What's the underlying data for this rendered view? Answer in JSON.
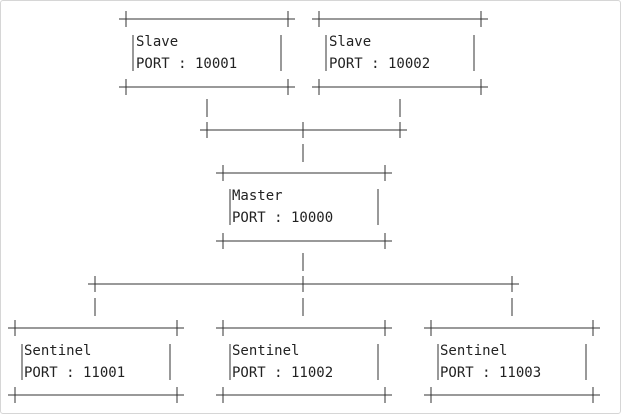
{
  "nodes": {
    "slave1": {
      "role": "Slave",
      "port": "PORT : 10001"
    },
    "slave2": {
      "role": "Slave",
      "port": "PORT : 10002"
    },
    "master": {
      "role": "Master",
      "port": "PORT : 10000"
    },
    "sentinel1": {
      "role": "Sentinel",
      "port": "PORT : 11001"
    },
    "sentinel2": {
      "role": "Sentinel",
      "port": "PORT : 11002"
    },
    "sentinel3": {
      "role": "Sentinel",
      "port": "PORT : 11003"
    }
  },
  "colors": {
    "line": "#333333",
    "text": "#222222"
  }
}
